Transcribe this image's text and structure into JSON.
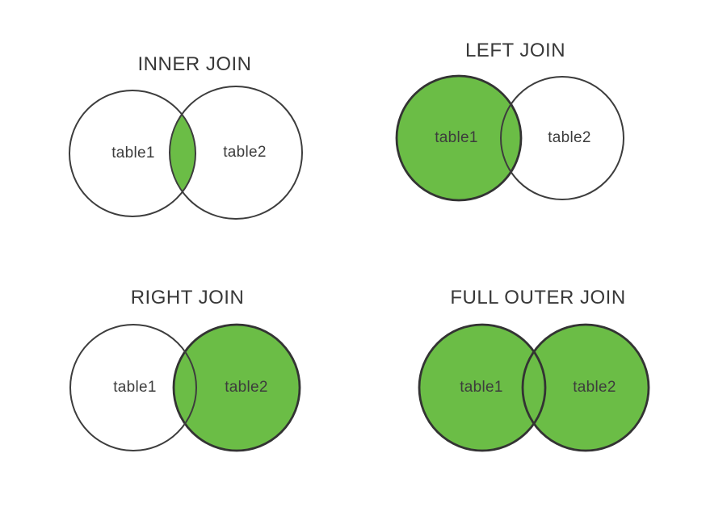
{
  "page": {
    "background": "#ffffff"
  },
  "colors": {
    "green": "#6BBD46",
    "outline": "#3d3d3d",
    "outline-strong": "#333333",
    "text": "#3c3c3c",
    "title": "#383838"
  },
  "diagrams": [
    {
      "title": "INNER JOIN",
      "left_label": "table1",
      "right_label": "table2",
      "highlight": "intersection"
    },
    {
      "title": "LEFT JOIN",
      "left_label": "table1",
      "right_label": "table2",
      "highlight": "left-circle"
    },
    {
      "title": "RIGHT JOIN",
      "left_label": "table1",
      "right_label": "table2",
      "highlight": "right-circle"
    },
    {
      "title": "FULL OUTER JOIN",
      "left_label": "table1",
      "right_label": "table2",
      "highlight": "both-circles"
    }
  ]
}
